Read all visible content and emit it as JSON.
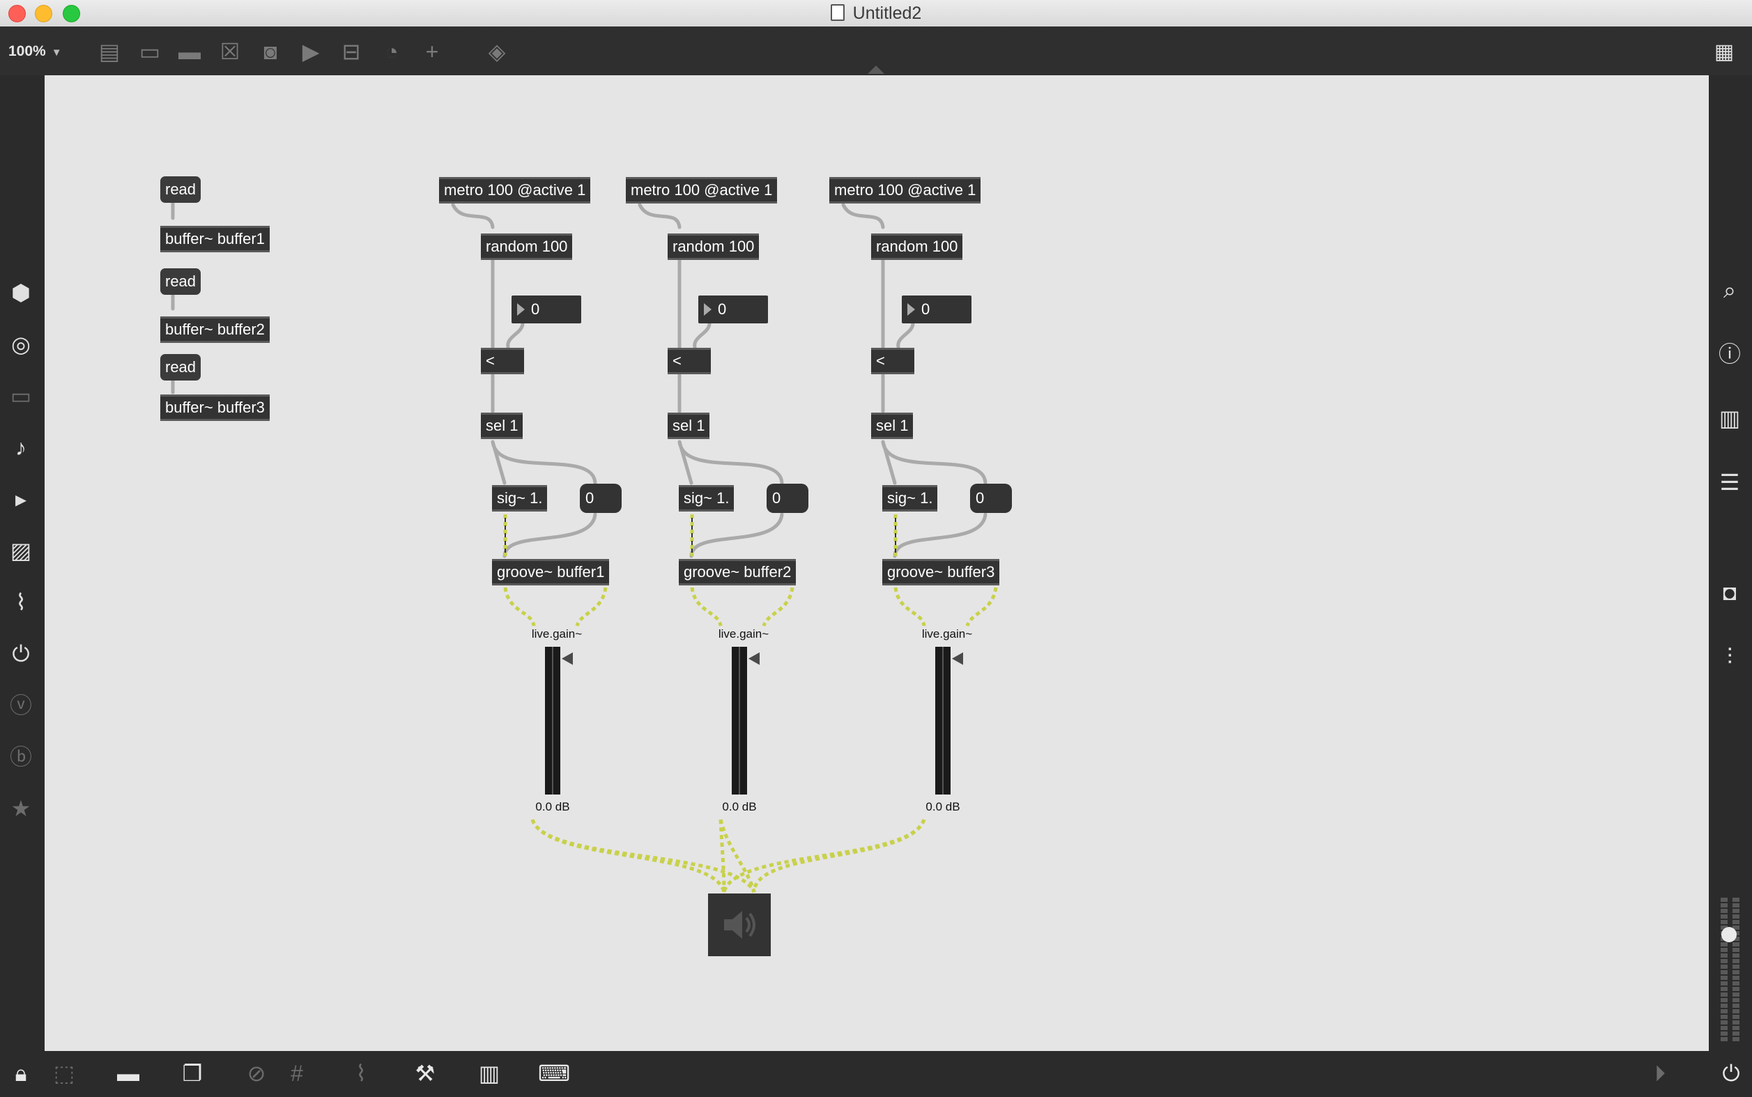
{
  "window": {
    "title": "Untitled2",
    "zoom": "100%"
  },
  "toolbar_icons": [
    "presentation-icon",
    "text-object-icon",
    "comment-icon",
    "button-icon",
    "toggle-icon",
    "play-icon",
    "slider-icon",
    "dial-icon",
    "add-icon",
    "paint-bucket-icon"
  ],
  "left_sidebar_icons": [
    "package-icon",
    "target-icon",
    "filmstrip-icon",
    "music-note-icon",
    "media-icon",
    "image-icon",
    "paperclip-icon",
    "plug-icon",
    "v-circle-icon",
    "b-circle-icon",
    "star-icon"
  ],
  "right_sidebar_icons": [
    "search-icon",
    "info-icon",
    "book-icon",
    "list-icon",
    "camera-icon",
    "mixer-icon"
  ],
  "bottom_icons": [
    "lock-icon",
    "presentation-mode-icon",
    "display-icon",
    "windows-icon",
    "mute-icon",
    "grid-icon",
    "connect-icon",
    "wrench-icon",
    "piano-icon",
    "keyboard-icon",
    "transport-icon",
    "power-icon"
  ],
  "patch": {
    "buffers": [
      {
        "read_label": "read",
        "buffer_label": "buffer~ buffer1"
      },
      {
        "read_label": "read",
        "buffer_label": "buffer~ buffer2"
      },
      {
        "read_label": "read",
        "buffer_label": "buffer~ buffer3"
      }
    ],
    "channels": [
      {
        "metro": "metro 100 @active 1",
        "random": "random 100",
        "number": "0",
        "compare": "<",
        "sel": "sel 1",
        "sig": "sig~ 1.",
        "msg_zero": "0",
        "groove": "groove~ buffer1",
        "gain_label": "live.gain~",
        "gain_value": "0.0 dB"
      },
      {
        "metro": "metro 100 @active 1",
        "random": "random 100",
        "number": "0",
        "compare": "<",
        "sel": "sel 1",
        "sig": "sig~ 1.",
        "msg_zero": "0",
        "groove": "groove~ buffer2",
        "gain_label": "live.gain~",
        "gain_value": "0.0 dB"
      },
      {
        "metro": "metro 100 @active 1",
        "random": "random 100",
        "number": "0",
        "compare": "<",
        "sel": "sel 1",
        "sig": "sig~ 1.",
        "msg_zero": "0",
        "groove": "groove~ buffer3",
        "gain_label": "live.gain~",
        "gain_value": "0.0 dB"
      }
    ]
  },
  "colors": {
    "canvas": "#e5e5e5",
    "object": "#333333",
    "signal_cord": "#c8d14a",
    "control_cord": "#aaaaaa"
  }
}
